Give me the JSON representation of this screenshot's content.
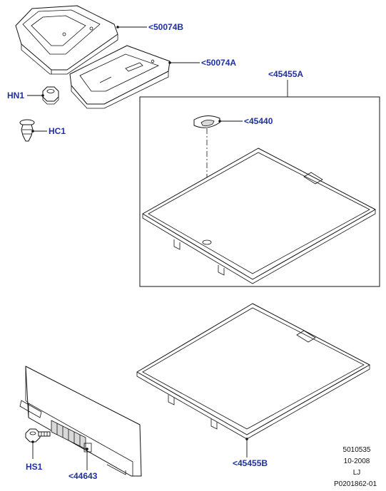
{
  "labels": {
    "p50074B": "<50074B",
    "p50074A": "<50074A",
    "p45455A": "<45455A",
    "p45440": "<45440",
    "HN1": "HN1",
    "HC1": "HC1",
    "p45455B": "<45455B",
    "HS1": "HS1",
    "p44643": "<44643"
  },
  "footer": {
    "code": "5010535",
    "date": "10-2008",
    "initials": "LJ",
    "ref": "P0201862-01"
  },
  "colors": {
    "label": "#1f2fa8",
    "line": "#111111"
  }
}
